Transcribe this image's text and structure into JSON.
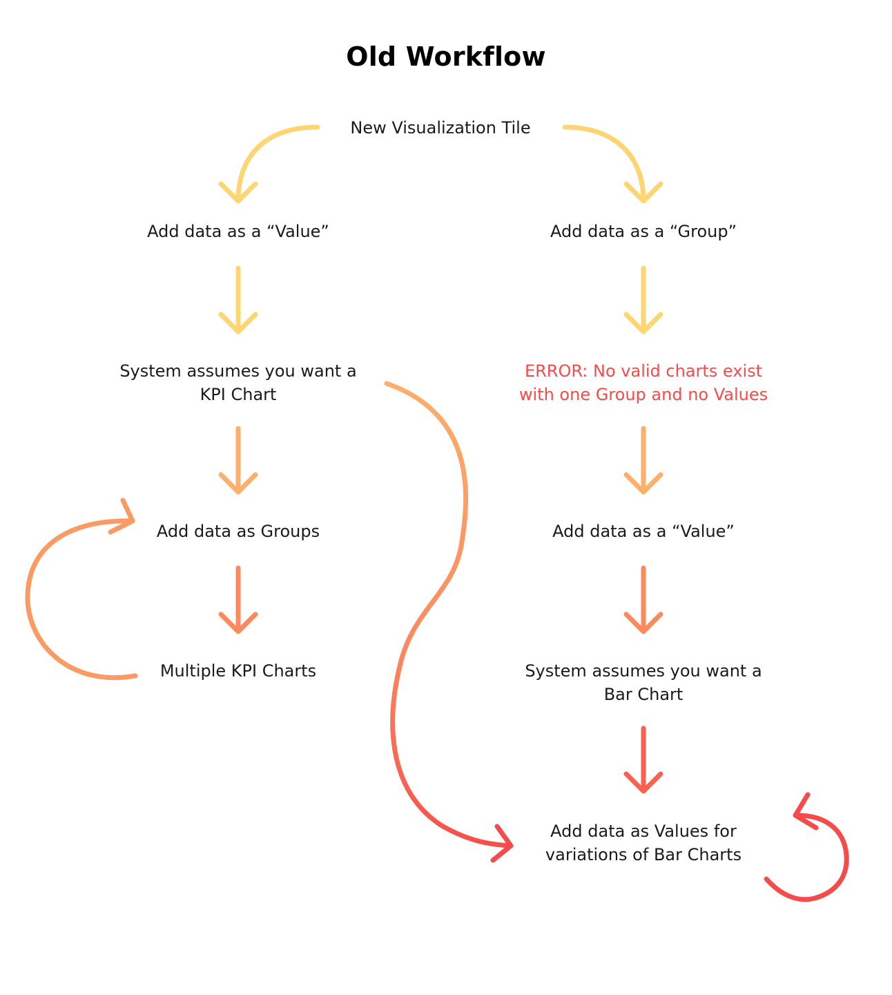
{
  "title": "Old Workflow",
  "colors": {
    "yellow": "#fdd572",
    "light_orange": "#fdaf6c",
    "orange": "#fb8a5f",
    "red": "#f64b4b",
    "error_text": "#f64b4b",
    "text": "#1a1a1a"
  },
  "nodes": {
    "start": "New Visualization Tile",
    "left": {
      "step1": "Add data as a “Value”",
      "step2_line1": "System assumes you want a",
      "step2_line2": "KPI Chart",
      "step3": "Add data as Groups",
      "step4": "Multiple KPI Charts"
    },
    "right": {
      "step1": "Add data as a “Group”",
      "error_line1": "ERROR: No valid charts exist",
      "error_line2": "with one Group and no Values",
      "step3": "Add data as a “Value”",
      "step4_line1": "System assumes you want a",
      "step4_line2": "Bar Chart",
      "final_line1": "Add data as Values for",
      "final_line2": "variations of Bar Charts"
    }
  }
}
